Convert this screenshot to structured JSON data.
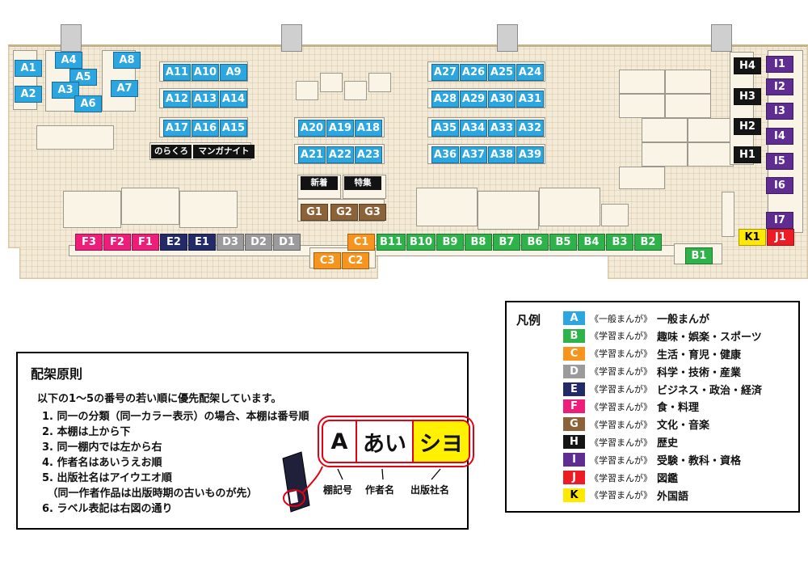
{
  "colors": {
    "A": "#2ca6e0",
    "B": "#2eb34a",
    "C": "#f7941d",
    "D": "#9b9b9d",
    "E": "#222a68",
    "F": "#ed1e79",
    "G": "#8c6239",
    "H": "#151515",
    "I": "#5f2d91",
    "J": "#ed1c24",
    "K": "#ffe900"
  },
  "map": {
    "pillars": [
      75,
      348,
      615,
      880
    ],
    "shelves": [
      [
        16,
        62,
        30,
        74
      ],
      [
        56,
        62,
        42,
        76
      ],
      [
        126,
        62,
        42,
        76
      ],
      [
        45,
        155,
        96,
        30
      ],
      [
        197,
        76,
        110,
        25
      ],
      [
        197,
        109,
        110,
        25
      ],
      [
        197,
        145,
        110,
        25
      ],
      [
        185,
        176,
        126,
        22
      ],
      [
        364,
        145,
        112,
        25
      ],
      [
        364,
        178,
        112,
        25
      ],
      [
        529,
        76,
        146,
        25
      ],
      [
        529,
        109,
        146,
        25
      ],
      [
        529,
        145,
        146,
        25
      ],
      [
        529,
        178,
        146,
        25
      ],
      [
        366,
        100,
        28,
        24
      ],
      [
        396,
        90,
        28,
        24
      ],
      [
        426,
        100,
        28,
        24
      ],
      [
        456,
        90,
        28,
        24
      ],
      [
        78,
        236,
        72,
        46
      ],
      [
        150,
        232,
        72,
        46
      ],
      [
        222,
        236,
        72,
        46
      ],
      [
        368,
        216,
        54,
        30
      ],
      [
        424,
        216,
        54,
        30
      ],
      [
        368,
        246,
        108,
        28
      ],
      [
        515,
        232,
        76,
        48
      ],
      [
        591,
        236,
        76,
        48
      ],
      [
        667,
        232,
        76,
        48
      ],
      [
        744,
        252,
        34,
        28
      ],
      [
        766,
        86,
        57,
        30
      ],
      [
        823,
        86,
        57,
        30
      ],
      [
        766,
        116,
        57,
        30
      ],
      [
        823,
        116,
        57,
        30
      ],
      [
        794,
        146,
        57,
        30
      ],
      [
        851,
        146,
        57,
        30
      ],
      [
        794,
        176,
        57,
        30
      ],
      [
        851,
        176,
        57,
        30
      ],
      [
        766,
        206,
        57,
        28
      ],
      [
        903,
        64,
        30,
        140
      ],
      [
        950,
        62,
        44,
        226
      ],
      [
        85,
        303,
        790,
        14
      ],
      [
        383,
        306,
        82,
        26
      ],
      [
        834,
        301,
        60,
        26
      ],
      [
        893,
        237,
        16,
        56
      ]
    ],
    "tags": [
      [
        "のらくろ",
        187,
        179,
        50
      ],
      [
        "マンガナイト",
        239,
        179,
        76
      ],
      [
        "新着",
        372,
        218,
        46
      ],
      [
        "特集",
        426,
        218,
        46
      ]
    ],
    "labels": [
      [
        "A1",
        18,
        74
      ],
      [
        "A2",
        18,
        106
      ],
      [
        "A4",
        68,
        64
      ],
      [
        "A5",
        86,
        85
      ],
      [
        "A3",
        64,
        101
      ],
      [
        "A6",
        92,
        118
      ],
      [
        "A8",
        140,
        64
      ],
      [
        "A7",
        137,
        99
      ],
      [
        "A11",
        202,
        79
      ],
      [
        "A10",
        237,
        79
      ],
      [
        "A9",
        272,
        79
      ],
      [
        "A12",
        202,
        112
      ],
      [
        "A13",
        237,
        112
      ],
      [
        "A14",
        272,
        112
      ],
      [
        "A17",
        202,
        148
      ],
      [
        "A16",
        237,
        148
      ],
      [
        "A15",
        272,
        148
      ],
      [
        "A20",
        369,
        148
      ],
      [
        "A19",
        404,
        148
      ],
      [
        "A18",
        439,
        148
      ],
      [
        "A21",
        369,
        181
      ],
      [
        "A22",
        404,
        181
      ],
      [
        "A23",
        439,
        181
      ],
      [
        "A27",
        534,
        79
      ],
      [
        "A26",
        569,
        79
      ],
      [
        "A25",
        604,
        79
      ],
      [
        "A24",
        639,
        79
      ],
      [
        "A28",
        534,
        112
      ],
      [
        "A29",
        569,
        112
      ],
      [
        "A30",
        604,
        112
      ],
      [
        "A31",
        639,
        112
      ],
      [
        "A35",
        534,
        148
      ],
      [
        "A34",
        569,
        148
      ],
      [
        "A33",
        604,
        148
      ],
      [
        "A32",
        639,
        148
      ],
      [
        "A36",
        534,
        181
      ],
      [
        "A37",
        569,
        181
      ],
      [
        "A38",
        604,
        181
      ],
      [
        "A39",
        639,
        181
      ],
      [
        "G1",
        372,
        252
      ],
      [
        "G2",
        409,
        252
      ],
      [
        "G3",
        444,
        252
      ],
      [
        "F3",
        93,
        289
      ],
      [
        "F2",
        128,
        289
      ],
      [
        "F1",
        163,
        289
      ],
      [
        "E2",
        198,
        289
      ],
      [
        "E1",
        233,
        289
      ],
      [
        "D3",
        268,
        289
      ],
      [
        "D2",
        303,
        289
      ],
      [
        "D1",
        338,
        289
      ],
      [
        "C1",
        430,
        289
      ],
      [
        "B11",
        466,
        289,
        36
      ],
      [
        "B10",
        503,
        289,
        36
      ],
      [
        "B9",
        540,
        289
      ],
      [
        "B8",
        575,
        289
      ],
      [
        "B7",
        610,
        289
      ],
      [
        "B6",
        645,
        289
      ],
      [
        "B5",
        680,
        289
      ],
      [
        "B4",
        715,
        289
      ],
      [
        "B3",
        750,
        289
      ],
      [
        "B2",
        785,
        289
      ],
      [
        "C3",
        388,
        312
      ],
      [
        "C2",
        423,
        312
      ],
      [
        "B1",
        848,
        306
      ],
      [
        "H4",
        908,
        71
      ],
      [
        "H3",
        908,
        109
      ],
      [
        "H2",
        908,
        146
      ],
      [
        "H1",
        908,
        181
      ],
      [
        "I1",
        948,
        69
      ],
      [
        "I2",
        948,
        97
      ],
      [
        "I3",
        948,
        127
      ],
      [
        "I4",
        948,
        158
      ],
      [
        "I5",
        948,
        189
      ],
      [
        "I6",
        948,
        219
      ],
      [
        "I7",
        948,
        262
      ],
      [
        "K1",
        914,
        283
      ],
      [
        "J1",
        949,
        283
      ]
    ]
  },
  "legend": {
    "title": "凡例",
    "items": [
      {
        "letter": "A",
        "prefix": "《一般まんが》",
        "name": "一般まんが"
      },
      {
        "letter": "B",
        "prefix": "《学習まんが》",
        "name": "趣味・娯楽・スポーツ"
      },
      {
        "letter": "C",
        "prefix": "《学習まんが》",
        "name": "生活・育児・健康"
      },
      {
        "letter": "D",
        "prefix": "《学習まんが》",
        "name": "科学・技術・産業"
      },
      {
        "letter": "E",
        "prefix": "《学習まんが》",
        "name": "ビジネス・政治・経済"
      },
      {
        "letter": "F",
        "prefix": "《学習まんが》",
        "name": "食・料理"
      },
      {
        "letter": "G",
        "prefix": "《学習まんが》",
        "name": "文化・音楽"
      },
      {
        "letter": "H",
        "prefix": "《学習まんが》",
        "name": "歴史"
      },
      {
        "letter": "I",
        "prefix": "《学習まんが》",
        "name": "受験・教科・資格"
      },
      {
        "letter": "J",
        "prefix": "《学習まんが》",
        "name": "図鑑"
      },
      {
        "letter": "K",
        "prefix": "《学習まんが》",
        "name": "外国語"
      }
    ]
  },
  "principles": {
    "title": "配架原則",
    "intro": "以下の1〜5の番号の若い順に優先配架しています。",
    "rules": [
      "1. 同一の分類（同一カラー表示）の場合、本棚は番号順",
      "2. 本棚は上から下",
      "3. 同一棚内では左から右",
      "4. 作者名はあいうえお順",
      "5. 出版社名はアイウエオ順",
      "　（同一作者作品は出版時期の古いものが先）",
      "6. ラベル表記は右図の通り"
    ],
    "book": {
      "cells": [
        "A",
        "あい",
        "シヨ"
      ],
      "captions": [
        "棚記号",
        "作者名",
        "出版社名"
      ]
    }
  }
}
